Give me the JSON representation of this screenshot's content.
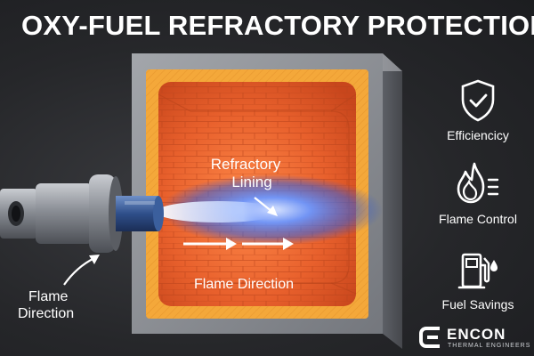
{
  "title": "OXY-FUEL REFRACTORY PROTECTION",
  "labels": {
    "lining_line1": "Refractory",
    "lining_line2": "Lining",
    "flame_direction_inner": "Flame Direction",
    "flame_direction_outer_line1": "Flame",
    "flame_direction_outer_line2": "Direction"
  },
  "features": [
    {
      "label": "Efficiencicy",
      "icon": "shield-check-icon"
    },
    {
      "label": "Flame Control",
      "icon": "flame-icon"
    },
    {
      "label": "Fuel Savings",
      "icon": "fuel-pump-icon"
    }
  ],
  "brand": {
    "name": "ENCON",
    "subtitle": "THERMAL ENGINEERS",
    "icon": "encon-logo-icon"
  },
  "colors": {
    "background": "#26272a",
    "refractory": "#e8602c",
    "insulation": "#f4a83a",
    "steel_shell": "#8d9096",
    "flame": "#4a7bff"
  }
}
